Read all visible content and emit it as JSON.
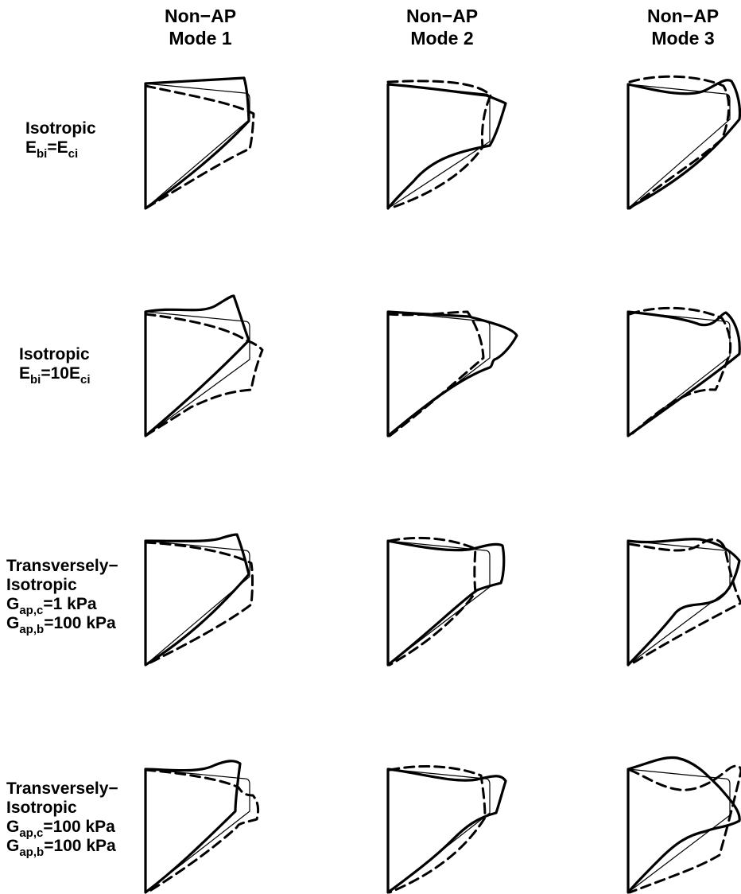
{
  "columns": [
    {
      "line1": "Non−AP",
      "line2": "Mode 1"
    },
    {
      "line1": "Non−AP",
      "line2": "Mode 2"
    },
    {
      "line1": "Non−AP",
      "line2": "Mode 3"
    }
  ],
  "rows": [
    {
      "lines": [
        [
          "Isotropic",
          "",
          ""
        ],
        [
          "E",
          "bi",
          "=E",
          "ci"
        ]
      ]
    },
    {
      "lines": [
        [
          "Isotropic",
          "",
          ""
        ],
        [
          "E",
          "bi",
          "=10E",
          "ci"
        ]
      ]
    },
    {
      "lines": [
        [
          "Transversely−"
        ],
        [
          "Isotropic"
        ],
        [
          "G",
          "ap,c",
          "=1 kPa"
        ],
        [
          "G",
          "ap,b",
          "=100 kPa"
        ]
      ]
    },
    {
      "lines": [
        [
          "Transversely−"
        ],
        [
          "Isotropic"
        ],
        [
          "G",
          "ap,c",
          "=100 kPa"
        ],
        [
          "G",
          "ap,b",
          "=100 kPa"
        ]
      ]
    }
  ],
  "legend": {
    "reference": "thin solid",
    "positive": "thick solid",
    "negative": "thick dashed"
  },
  "colors": {
    "line": "#000000",
    "background": "#ffffff"
  }
}
